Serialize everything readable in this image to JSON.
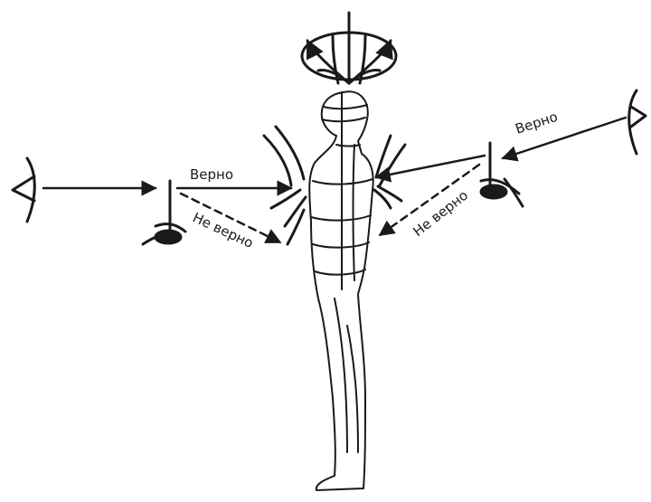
{
  "labels": {
    "correct_left": "Верно",
    "incorrect_left": "Не верно",
    "correct_right": "Верно",
    "incorrect_right": "Не верно"
  },
  "colors": {
    "ink": "#1a1a1a",
    "background": "#ffffff"
  },
  "icons": [
    "eye-icon",
    "microphone-stand-icon",
    "head-field-arrows",
    "body-field-lines"
  ]
}
